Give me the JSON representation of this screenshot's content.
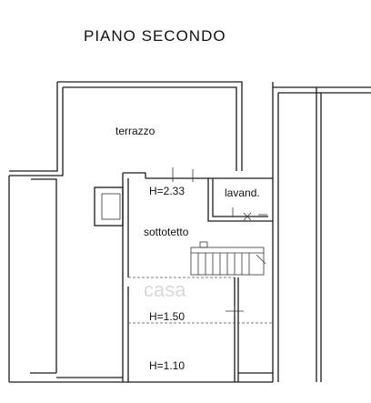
{
  "title": "PIANO SECONDO",
  "rooms": {
    "terrace": "terrazzo",
    "laundry": "lavand.",
    "attic": "sottotetto"
  },
  "heights": {
    "h1": "H=2.33",
    "h2": "H=1.50",
    "h3": "H=1.10"
  },
  "watermark": "casa"
}
